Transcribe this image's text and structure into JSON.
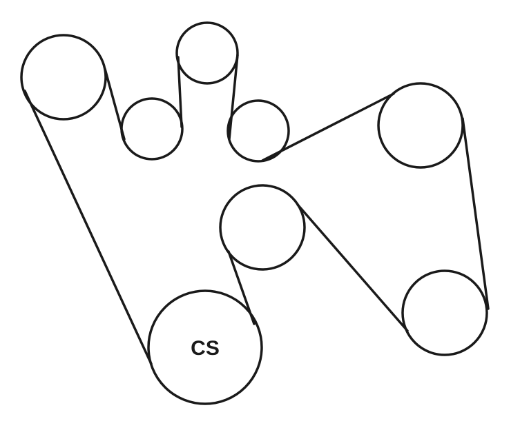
{
  "pulleys": [
    {
      "id": "top-left",
      "label": ""
    },
    {
      "id": "idler-left",
      "label": ""
    },
    {
      "id": "top-center",
      "label": ""
    },
    {
      "id": "idler-center",
      "label": ""
    },
    {
      "id": "right-upper",
      "label": ""
    },
    {
      "id": "center",
      "label": ""
    },
    {
      "id": "right-lower",
      "label": ""
    },
    {
      "id": "crankshaft",
      "label": "CS"
    }
  ],
  "colors": {
    "stroke": "#1a1a1a",
    "background": "#ffffff"
  }
}
